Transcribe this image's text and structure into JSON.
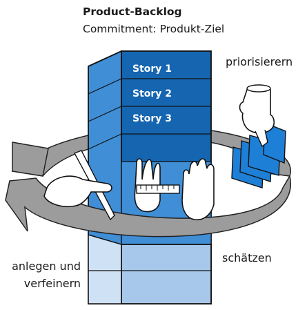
{
  "title": "Product-Backlog",
  "subtitle": "Commitment: Produkt-Ziel",
  "labels": {
    "prioritize": "priorisierern",
    "estimate": "schätzen",
    "create_line1": "anlegen und",
    "create_line2": "verfeinern"
  },
  "stories": [
    "Story 1",
    "Story 2",
    "Story 3"
  ],
  "colors": {
    "column_dark": "#1565b0",
    "column_mid": "#3f8ed6",
    "column_light": "#a7c8ea",
    "arrow": "#9c9c9c",
    "paper": "#1e7fd6",
    "outline": "#111111"
  },
  "icons": [
    "hand-pen-icon",
    "hand-ruler-icon",
    "hand-open-icon",
    "hand-pointing-icon",
    "cards-icon",
    "circular-arrow-icon"
  ]
}
